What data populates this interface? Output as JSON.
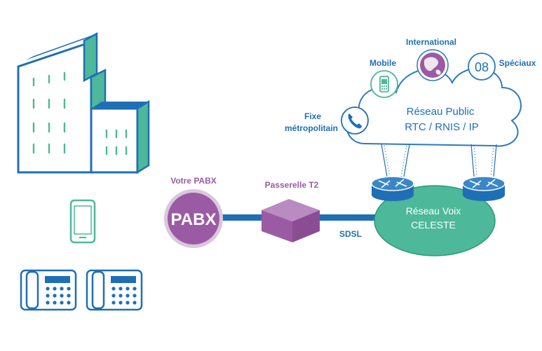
{
  "labels": {
    "pabx_caption": "Votre PABX",
    "pabx_text": "PABX",
    "gateway_caption": "Passerelle T2",
    "sdsl": "SDSL",
    "voice_network_line1": "Réseau Voix",
    "voice_network_line2": "CELESTE",
    "public_network_line1": "Réseau Public",
    "public_network_line2": "RTC / RNIS / IP",
    "international": "International",
    "mobile": "Mobile",
    "special_number": "08",
    "special": "Spéciaux",
    "landline_line1": "Fixe",
    "landline_line2": "métropolitain"
  },
  "colors": {
    "blue": "#1f6fb6",
    "teal": "#4db89a",
    "teal_stroke": "#2a9a78",
    "purple": "#9b5ba4",
    "purple_light": "#b98bc1",
    "pabx_ring": "#d9c8dd",
    "cloud_stroke": "#2a7bc0"
  },
  "icons": {
    "building": "office-building-icon",
    "smartphone": "smartphone-icon",
    "desk_phone": "desk-phone-icon",
    "router": "router-icon",
    "globe": "globe-icon",
    "mobile_phone": "mobile-phone-icon",
    "phone_handset": "phone-handset-icon"
  }
}
